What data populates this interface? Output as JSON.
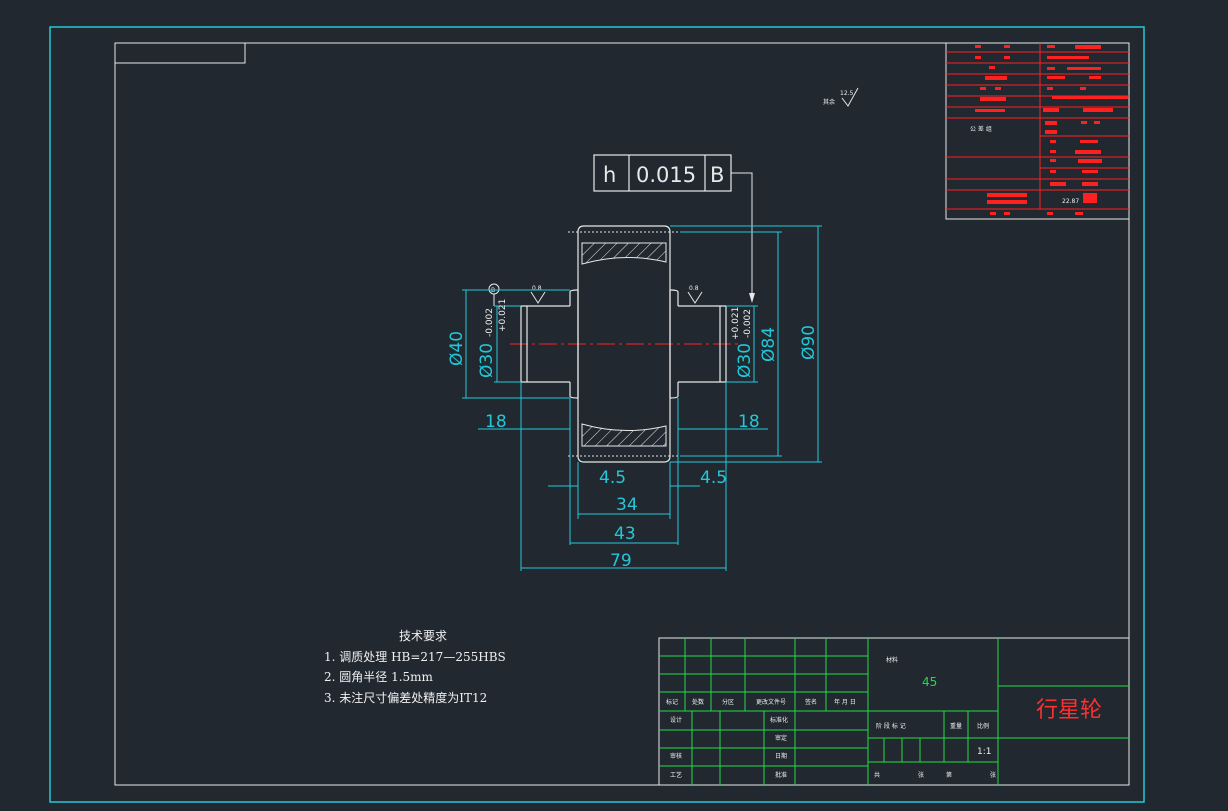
{
  "fcf": {
    "symbol": "h",
    "tolerance": "0.015",
    "datum": "B"
  },
  "datum_label": "B",
  "roughness": {
    "general": "12.5",
    "general_prefix": "其余",
    "left": "0.8",
    "right": "0.8"
  },
  "dimensions": {
    "d40": "Ø40",
    "d30_left": "Ø30",
    "d30_left_tol_upper": "+0.021",
    "d30_left_tol_lower": "-0.002",
    "d30_right": "Ø30",
    "d30_right_tol_upper": "+0.021",
    "d30_right_tol_lower": "-0.002",
    "d84": "Ø84",
    "d90": "Ø90",
    "len18_left": "18",
    "len18_right": "18",
    "len4_5_left": "4.5",
    "len4_5_right": "4.5",
    "len34": "34",
    "len43": "43",
    "len79": "79"
  },
  "notes": {
    "heading": "技术要求",
    "items": [
      "1. 调质处理 HB=217—255HBS",
      "2. 圆角半径  1.5mm",
      "3. 未注尺寸偏差处精度为IT12"
    ]
  },
  "title_block": {
    "material_label": "材料",
    "material": "45",
    "part_name": "行星轮",
    "scale": "1:1",
    "headers": [
      "标记",
      "处数",
      "分区",
      "更改文件号",
      "签名",
      "年 月 日"
    ],
    "roles": [
      "设计",
      "审核",
      "工艺"
    ],
    "std_labels": [
      "标准化",
      "审定",
      "日期",
      "批准"
    ],
    "stage_labels": [
      "阶 段 标 记",
      "重量",
      "比例"
    ],
    "sheet_labels": [
      "共",
      "张",
      "第",
      "张"
    ]
  },
  "parameter_table": {
    "label_module": "公 差 组",
    "label_value": "22.87"
  },
  "colors": {
    "dimension": "#22c8d8",
    "outline": "#e8e8e8",
    "title_block": "#22dd44",
    "parameter_table": "#ff2020",
    "centerline": "#ff2020",
    "background": "#212830"
  }
}
